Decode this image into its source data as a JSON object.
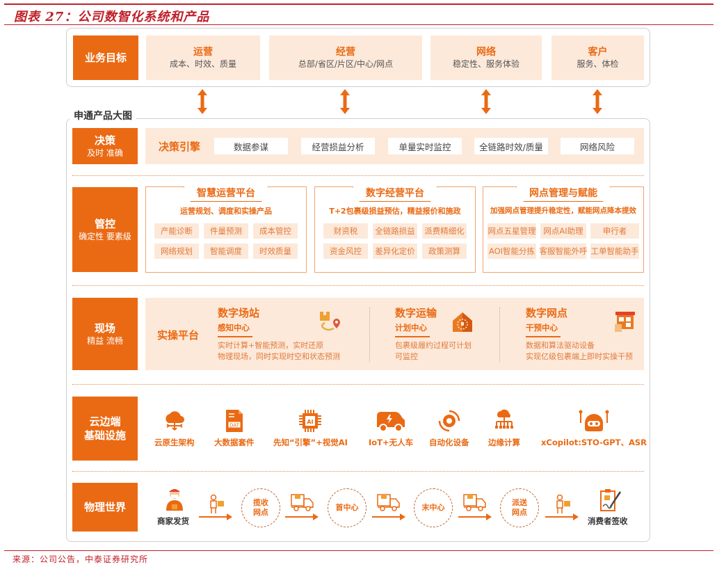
{
  "figure": {
    "title": "图表 27：公司数智化系统和产品",
    "source": "来源：公司公告，中泰证券研究所"
  },
  "colors": {
    "accent": "#ea6a14",
    "light_fill": "#fde9da",
    "title_red": "#c0202a"
  },
  "business_goals": {
    "label": "业务目标",
    "items": [
      {
        "title": "运营",
        "subtitle": "成本、时效、质量"
      },
      {
        "title": "经营",
        "subtitle": "总部/省区/片区/中心/网点"
      },
      {
        "title": "网络",
        "subtitle": "稳定性、服务体验"
      },
      {
        "title": "客户",
        "subtitle": "服务、体检"
      }
    ]
  },
  "product_map": {
    "title": "申通产品大图",
    "decision": {
      "label": "决策",
      "sublabel": "及时 准确",
      "engine": "决策引擎",
      "items": [
        "数据参谋",
        "经营损益分析",
        "单量实时监控",
        "全链路时效/质量",
        "网络风险"
      ]
    },
    "control": {
      "label": "管控",
      "sublabel": "确定性 要素级",
      "platforms": [
        {
          "title": "智慧运营平台",
          "desc": "运营规划、调度和实操产品",
          "items": [
            "产能诊断",
            "件量预测",
            "成本管控",
            "网络规划",
            "智能调度",
            "时效质量"
          ]
        },
        {
          "title": "数字经营平台",
          "desc": "T+2包裹级损益预估，精益报价和施政",
          "items": [
            "财资税",
            "全链路损益",
            "派费精细化",
            "资金风控",
            "差异化定价",
            "政策测算"
          ]
        },
        {
          "title": "网点管理与赋能",
          "desc": "加强网点管理提升稳定性，赋能网点降本提效",
          "items": [
            "网点五星管理",
            "网点AI助理",
            "申行者",
            "AOI智能分拣",
            "客服智能外呼",
            "工单智能助手"
          ]
        }
      ]
    },
    "field": {
      "label": "现场",
      "sublabel": "精益 流畅",
      "platform": "实操平台",
      "items": [
        {
          "title": "数字场站",
          "center": "感知中心",
          "desc1": "实时计算+智能预测，实时还原",
          "desc2": "物理现场，同时实现时空和状态预测",
          "icon": "package-route-icon"
        },
        {
          "title": "数字运输",
          "center": "计划中心",
          "desc1": "包裹级履约过程可计划",
          "desc2": "可监控",
          "icon": "warehouse-icon"
        },
        {
          "title": "数字网点",
          "center": "干预中心",
          "desc1": "数据和算法驱动设备",
          "desc2": "实现亿级包裹端上即时实操干预",
          "icon": "storefront-icon"
        }
      ]
    },
    "infra": {
      "label": "云边端",
      "sublabel": "基础设施",
      "items": [
        {
          "label": "云原生架构",
          "icon": "cloud-network-icon"
        },
        {
          "label": "大数据套件",
          "icon": "data-file-icon"
        },
        {
          "label": "先知“引擎”+视觉AI",
          "icon": "ai-chip-icon"
        },
        {
          "label": "IoT+无人车",
          "icon": "electric-vehicle-icon"
        },
        {
          "label": "自动化设备",
          "icon": "gear-cycle-icon"
        },
        {
          "label": "边缘计算",
          "icon": "edge-cloud-icon"
        },
        {
          "label": "xCopilot:STO-GPT、ASR",
          "icon": "robot-icon"
        }
      ]
    },
    "physical": {
      "label": "物理世界",
      "start": "商家发货",
      "nodes": [
        "揽收\n网点",
        "首中心",
        "末中心",
        "派送\n网点"
      ],
      "end": "消费者签收"
    }
  }
}
